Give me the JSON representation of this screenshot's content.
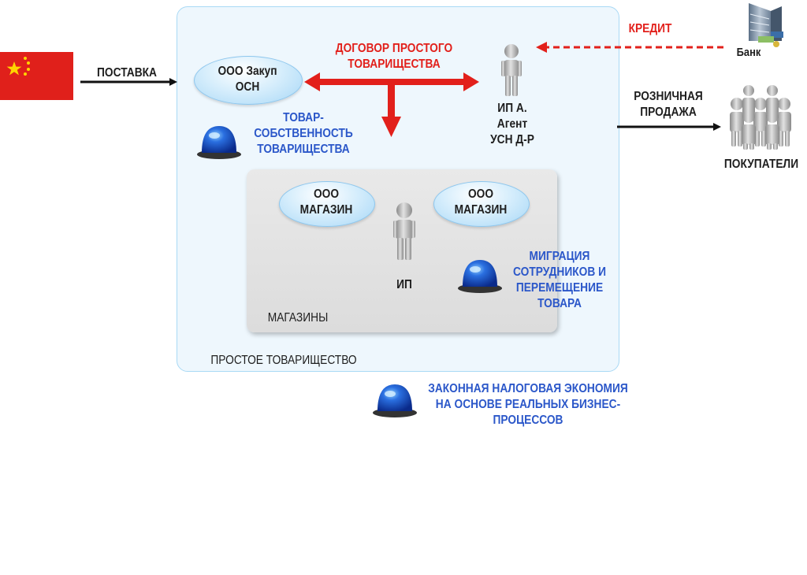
{
  "labels": {
    "supply": "ПОСТАВКА",
    "contract_line1": "ДОГОВОР ПРОСТОГО",
    "contract_line2": "ТОВАРИЩЕСТВА",
    "credit": "КРЕДИТ",
    "bank": "Банк",
    "ooo_zakup_line1": "ООО Закуп",
    "ooo_zakup_line2": "ОСН",
    "ip_agent_line1": "ИП А.",
    "ip_agent_line2": "Агент",
    "ip_agent_line3": "УСН Д-Р",
    "retail_line1": "РОЗНИЧНАЯ",
    "retail_line2": "ПРОДАЖА",
    "buyers": "ПОКУПАТЕЛИ",
    "goods_line1": "ТОВАР-",
    "goods_line2": "СОБСТВЕННОСТЬ",
    "goods_line3": "ТОВАРИЩЕСТВА",
    "shop1_line1": "ООО",
    "shop1_line2": "МАГАЗИН",
    "shop2_line1": "ООО",
    "shop2_line2": "МАГАЗИН",
    "ip": "ИП",
    "migration_line1": "МИГРАЦИЯ",
    "migration_line2": "СОТРУДНИКОВ И",
    "migration_line3": "ПЕРЕМЕЩЕНИЕ",
    "migration_line4": "ТОВАРА",
    "shops": "МАГАЗИНЫ",
    "partnership": "ПРОСТОЕ ТОВАРИЩЕСТВО",
    "economy_line1": "ЗАКОННАЯ НАЛОГОВАЯ ЭКОНОМИЯ",
    "economy_line2": "НА ОСНОВЕ РЕАЛЬНЫХ БИЗНЕС-",
    "economy_line3": "ПРОЦЕССОВ"
  },
  "icons": {
    "flag": "china-flag-icon",
    "bank": "bank-building-icon",
    "person": "person-icon",
    "crowd": "crowd-icon",
    "siren": "blue-siren-icon"
  },
  "colors": {
    "red": "#e2201b",
    "blue": "#2b57c9",
    "dark": "#1e1e1e",
    "outer_box": "#eef7fd",
    "inner_box": "#e3e3e3"
  }
}
